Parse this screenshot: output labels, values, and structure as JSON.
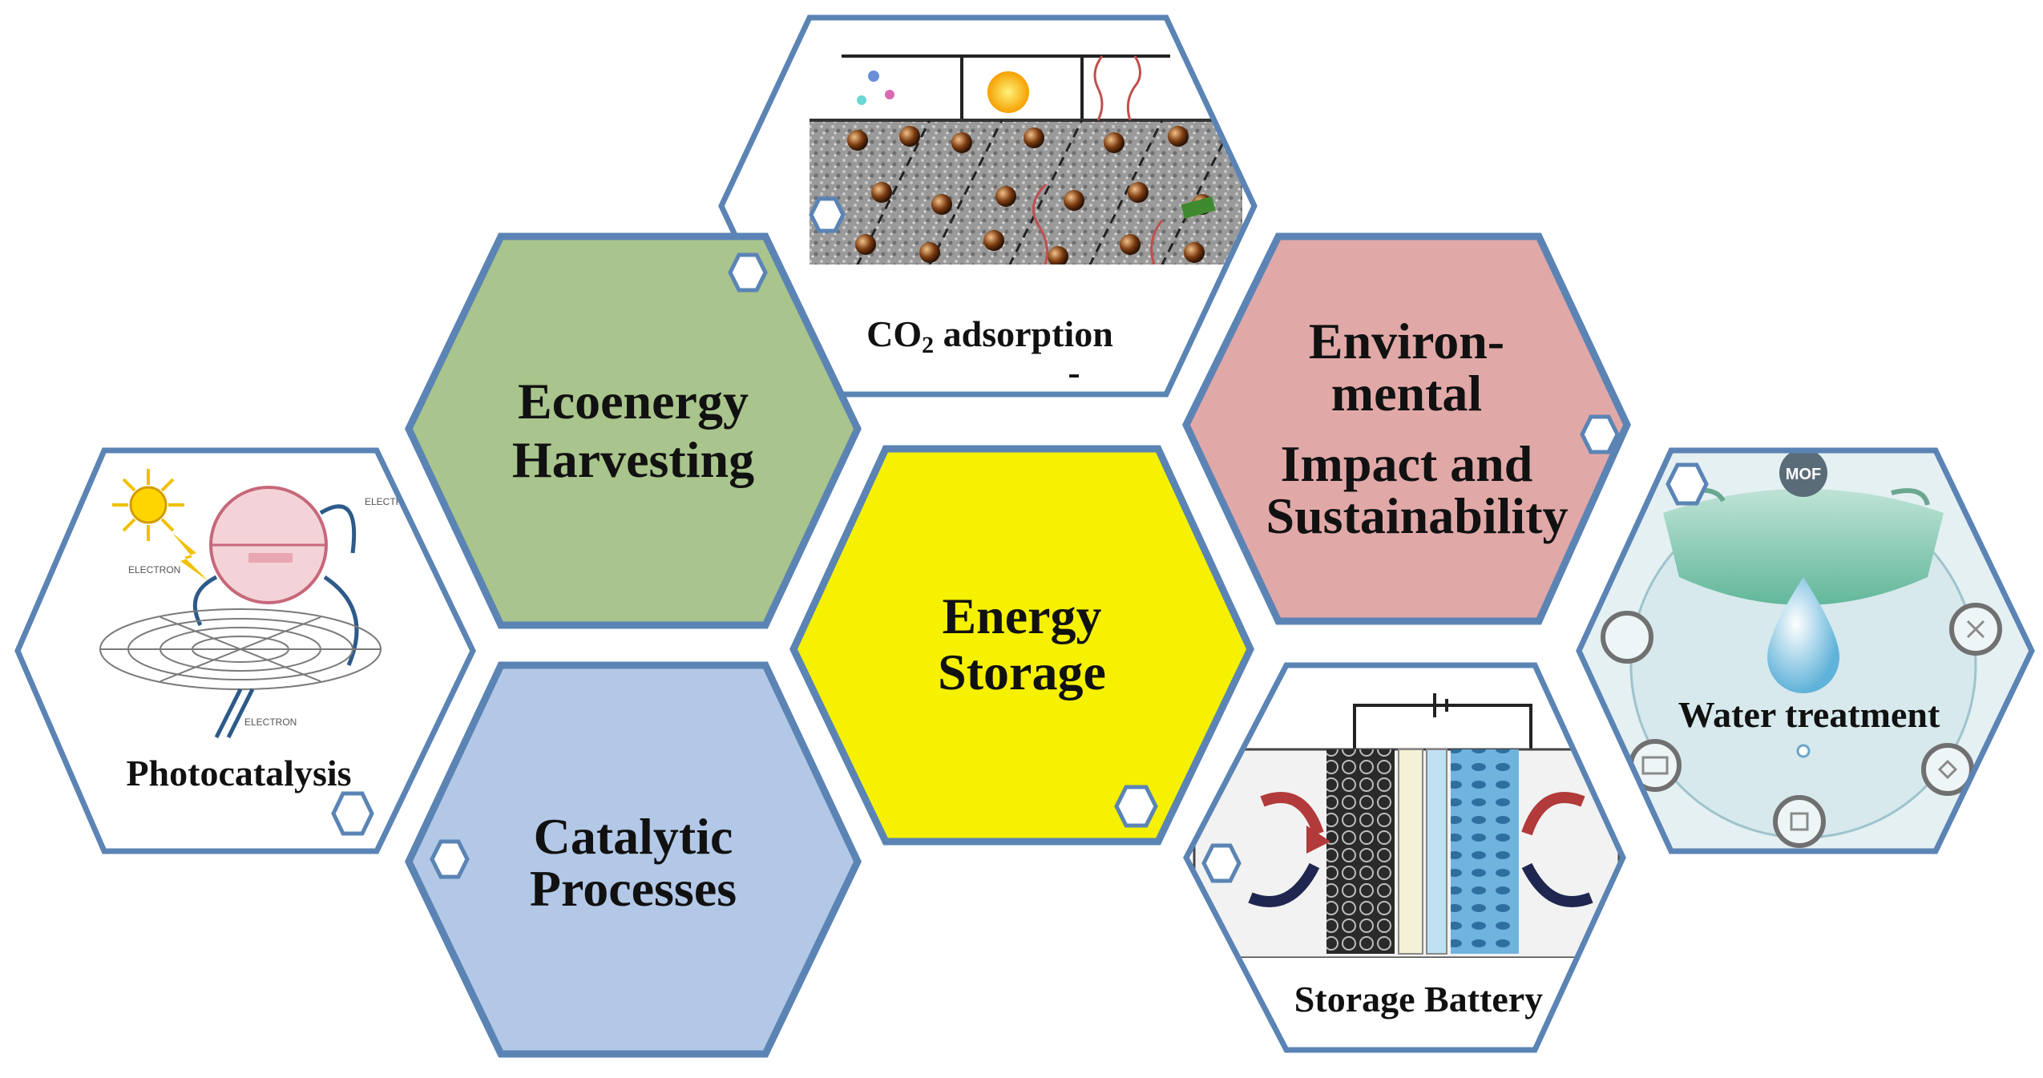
{
  "colors": {
    "border": "#5b84b5",
    "ecoenergy_fill": "#a9c48c",
    "catalytic_fill": "#b2c8e6",
    "energy_storage_fill": "#f5f100",
    "environmental_fill": "#e1a8a8",
    "image_fill": "#ffffff"
  },
  "hexagons": {
    "co2": {
      "label_main": "CO",
      "label_sub": "2",
      "label_rest": " adsorption",
      "label_dash": "-",
      "icon": "porous-material-illustration"
    },
    "ecoenergy": {
      "line1": "Ecoenergy",
      "line2": "Harvesting"
    },
    "environmental": {
      "line1": "Environ-",
      "line2": "mental",
      "line3": "Impact  and",
      "line4": "Sustainability"
    },
    "photocatalysis": {
      "label": "Photocatalysis",
      "icon": "photocatalysis-graphene-illustration"
    },
    "energy_storage": {
      "line1": "Energy",
      "line2": "Storage"
    },
    "water": {
      "label": "Water treatment",
      "badge": "MOF",
      "icon": "water-drop-illustration"
    },
    "catalytic": {
      "line1": "Catalytic",
      "line2": "Processes"
    },
    "battery": {
      "label": "Storage Battery",
      "icon": "battery-cell-illustration"
    }
  }
}
